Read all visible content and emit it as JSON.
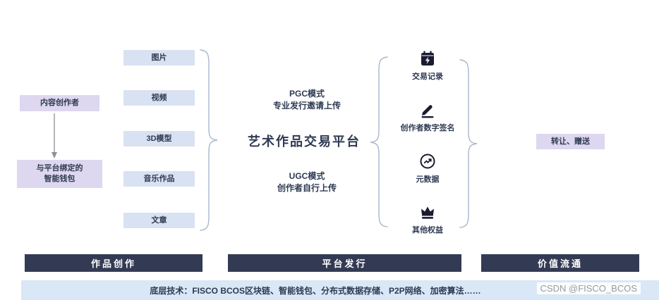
{
  "left_flow": {
    "creator_label": "内容创作者",
    "wallet_line1": "与平台绑定的",
    "wallet_line2": "智能钱包"
  },
  "content_types": [
    "图片",
    "视频",
    "3D模型",
    "音乐作品",
    "文章"
  ],
  "center": {
    "pgc_line1": "PGC模式",
    "pgc_line2": "专业发行邀请上传",
    "title": "艺术作品交易平台",
    "ugc_line1": "UGC模式",
    "ugc_line2": "创作者自行上传"
  },
  "features": [
    {
      "icon": "calendar-bolt-icon",
      "label": "交易记录"
    },
    {
      "icon": "pen-signature-icon",
      "label": "创作者数字签名"
    },
    {
      "icon": "metadata-chart-icon",
      "label": "元数据"
    },
    {
      "icon": "crown-icon",
      "label": "其他权益"
    }
  ],
  "right_flow": {
    "transfer_label": "转让、赠送"
  },
  "stages": [
    "作品创作",
    "平台发行",
    "价值流通"
  ],
  "footer": {
    "tech_text": "底层技术：FISCO BCOS区块链、智能钱包、分布式数据存储、P2P网络、加密算法……",
    "watermark": "CSDN @FISCO_BCOS"
  },
  "colors": {
    "light_blue_box": "#d9e2f2",
    "lavender_box": "#ded7f0",
    "dark_navy_bar": "#333b54",
    "footer_strip": "#d9e7f6",
    "text_dark": "#2e3a52",
    "brace_stroke": "#a9b6cc",
    "watermark_gray": "#9b9b9b"
  }
}
